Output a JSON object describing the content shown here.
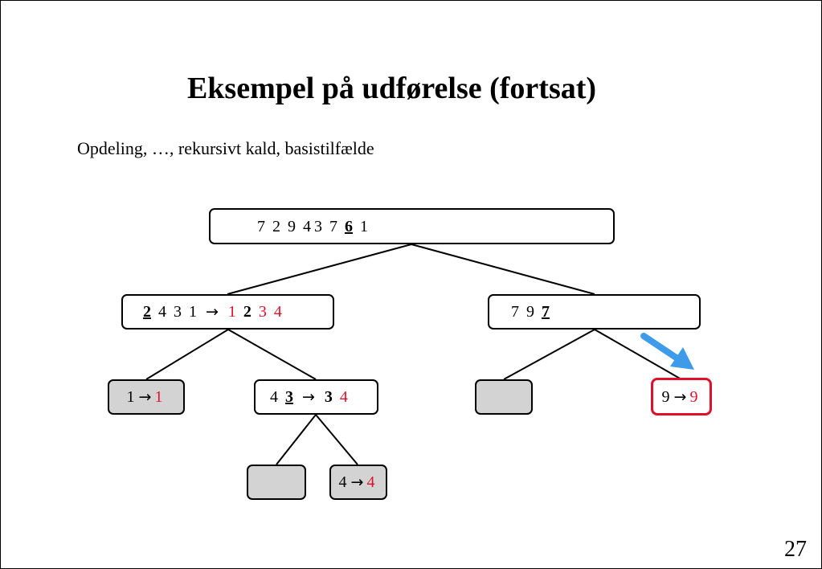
{
  "title": "Eksempel på udførelse (fortsat)",
  "subtitle": "Opdeling, …, rekursivt kald, basistilfælde",
  "page_number": "27",
  "colors": {
    "highlight": "#e0102a",
    "gray_node": "#d3d3d3",
    "pointer_arrow": "#3d9be9"
  },
  "tree": {
    "root": {
      "tokens": [
        "7",
        "2",
        "9",
        "4",
        "3",
        "7",
        "6",
        "1"
      ]
    },
    "left": {
      "tokens": [
        "2",
        "4",
        "3",
        "1",
        "→",
        "1",
        "2",
        "3",
        "4"
      ]
    },
    "right": {
      "tokens": [
        "7",
        "9",
        "7"
      ]
    },
    "left_left": {
      "tokens": [
        "1",
        "→",
        "1"
      ]
    },
    "left_right": {
      "tokens": [
        "4",
        "3",
        "→",
        "3",
        "4"
      ]
    },
    "left_right_left": {
      "tokens": []
    },
    "left_right_right": {
      "tokens": [
        "4",
        "→",
        "4"
      ]
    },
    "right_left": {
      "tokens": []
    },
    "right_right": {
      "tokens": [
        "9",
        "→",
        "9"
      ]
    }
  }
}
